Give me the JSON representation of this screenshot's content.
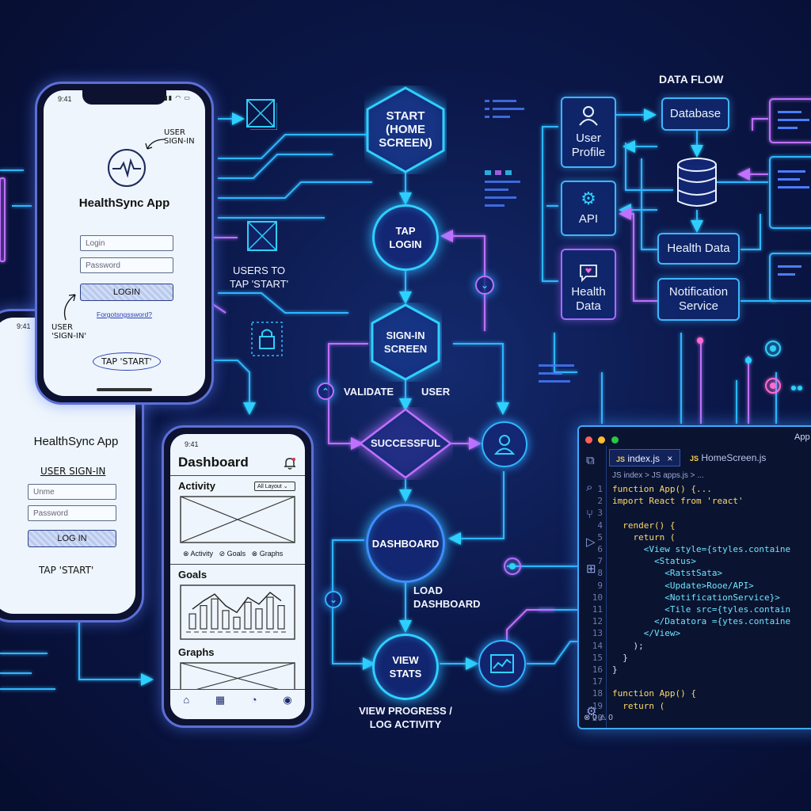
{
  "colors": {
    "cyan": "#2fd0ff",
    "purple": "#b36bff",
    "background": "#0b1748"
  },
  "phone1": {
    "time": "9:41",
    "app_title": "HealthSync App",
    "annotation_user_signin": "USER\nSIGN-IN",
    "login_placeholder": "Login",
    "password_placeholder": "Password",
    "login_button": "LOGIN",
    "forgot": "Forgotsngssword?",
    "annotation_user_signin_2": "USER\n'SIGN-IN'",
    "tap_start": "TAP 'START'"
  },
  "phone2": {
    "time": "9:41",
    "app_title": "HealthSync App",
    "user_signin": "USER SIGN-IN",
    "username_placeholder": "Unme",
    "password_placeholder": "Password",
    "login_button": "LOG IN",
    "tap_start": "TAP 'START'"
  },
  "phone3": {
    "time": "9:41",
    "title": "Dashboard",
    "activity": "Activity",
    "layout_select": "All Layout",
    "chip_activity": "Activity",
    "chip_goals": "Goals",
    "chip_graphs": "Graphs",
    "goals": "Goals",
    "graphs": "Graphs",
    "bar_levels": [
      0.45,
      0.7,
      0.9,
      0.55,
      0.35,
      0.8,
      0.6,
      0.95,
      0.7
    ]
  },
  "users_to_tap": "USERS TO\nTAP 'START'",
  "flow": {
    "start": "START\n(HOME\nSCREEN)",
    "tap_login": "TAP\nLOGIN",
    "signin_screen": "SIGN-IN\nSCREEN",
    "validate": "VALIDATE",
    "user": "USER",
    "successful": "SUCCESSFUL",
    "dashboard": "DASHBOARD",
    "load_dashboard": "LOAD\nDASHBOARD",
    "view_stats": "VIEW\nSTATS",
    "view_progress": "VIEW PROGRESS /\nLOG ACTIVITY"
  },
  "data_flow": {
    "title": "DATA FLOW",
    "user_profile": "User\nProfile",
    "api": "API",
    "health_data_left": "Health\nData",
    "database": "Database",
    "health_data": "Health Data",
    "notification_service": "Notification\nService"
  },
  "editor": {
    "window_title": "App",
    "tab1": "index.js",
    "tab1_close": "×",
    "tab2": "HomeScreen.js",
    "breadcrumb": "JS index > JS apps.js > ...",
    "lines": [
      {
        "n": "1",
        "code": "function App() {..."
      },
      {
        "n": "2",
        "code": "import React from 'react'"
      },
      {
        "n": "3",
        "code": ""
      },
      {
        "n": "4",
        "code": "  render() {"
      },
      {
        "n": "5",
        "code": "    return ("
      },
      {
        "n": "6",
        "code": "      <View style={styles.containe"
      },
      {
        "n": "7",
        "code": "        <Status>"
      },
      {
        "n": "8",
        "code": "          <RatstSata>"
      },
      {
        "n": "9",
        "code": "          <Update>Rooe/API>"
      },
      {
        "n": "10",
        "code": "          <NotificationService}>"
      },
      {
        "n": "11",
        "code": "          <Tile src={tyles.contain"
      },
      {
        "n": "12",
        "code": "        </Datatora ={ytes.containe"
      },
      {
        "n": "13",
        "code": "      </View>"
      },
      {
        "n": "14",
        "code": "    );"
      },
      {
        "n": "15",
        "code": "  }"
      },
      {
        "n": "16",
        "code": "}"
      },
      {
        "n": "17",
        "code": ""
      },
      {
        "n": "18",
        "code": "function App() {"
      },
      {
        "n": "19",
        "code": "  return ("
      },
      {
        "n": "20",
        "code": ""
      }
    ],
    "status_bar": "⊗ 0 ⚠ 0"
  }
}
